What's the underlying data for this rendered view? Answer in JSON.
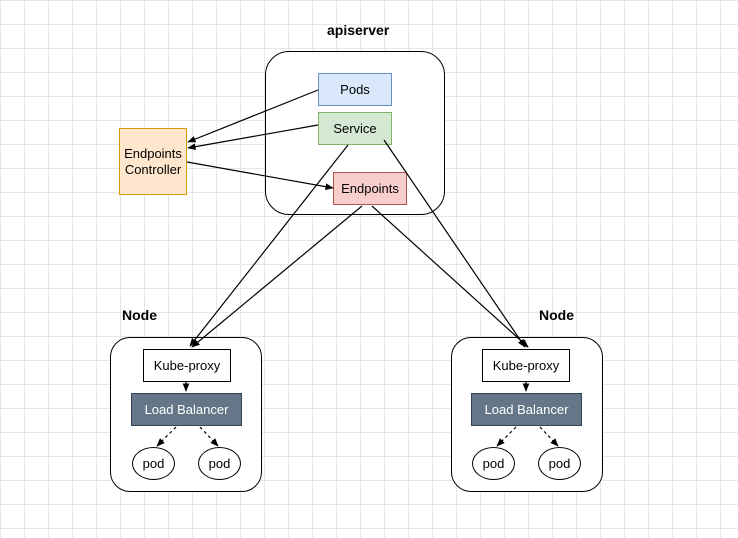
{
  "apiserver": {
    "title": "apiserver",
    "pods_label": "Pods",
    "service_label": "Service",
    "endpoints_label": "Endpoints"
  },
  "controller": {
    "label": "Endpoints\nController"
  },
  "nodes": [
    {
      "title": "Node",
      "proxy_label": "Kube-proxy",
      "lb_label": "Load Balancer",
      "pods": [
        "pod",
        "pod"
      ]
    },
    {
      "title": "Node",
      "proxy_label": "Kube-proxy",
      "lb_label": "Load Balancer",
      "pods": [
        "pod",
        "pod"
      ]
    }
  ],
  "colors": {
    "pods_fill": "#dae8fc",
    "service_fill": "#d5e8d4",
    "endpoints_fill": "#f8cecc",
    "controller_fill": "#ffe6cc",
    "load_balancer_fill": "#647687"
  }
}
